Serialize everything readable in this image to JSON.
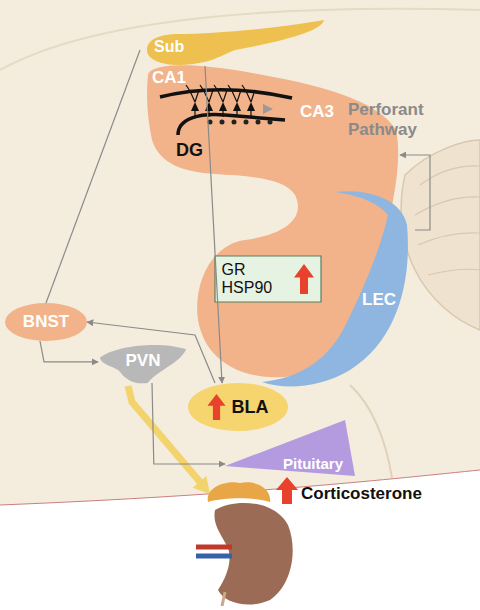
{
  "diagram": {
    "nodes": [
      {
        "text": [
          "Sub"
        ]
      },
      {
        "text": [
          "CA1",
          "CA3",
          "DG"
        ]
      },
      {
        "text": [
          "GR HSP90"
        ],
        "in": 1
      },
      {
        "text": [
          "LEC"
        ]
      },
      {
        "text": [
          "BNST"
        ]
      },
      {
        "text": [
          "PVN"
        ]
      },
      {
        "text": [
          "BLA"
        ]
      },
      {
        "text": [
          "Pituitary"
        ]
      }
    ],
    "edges": [
      {
        "from": 0,
        "to": 4,
        "arrow": "none"
      },
      {
        "from": 0,
        "to": 6,
        "arrow": "to"
      },
      {
        "from": 6,
        "to": 4,
        "arrow": "to"
      },
      {
        "from": 4,
        "to": 5,
        "arrow": "to"
      },
      {
        "from": 5,
        "to": 7,
        "arrow": "to"
      },
      {
        "from": 3,
        "to": 1,
        "arrow": "to"
      }
    ],
    "labels": [
      "Perforant Pathway",
      "Corticosterone"
    ]
  }
}
